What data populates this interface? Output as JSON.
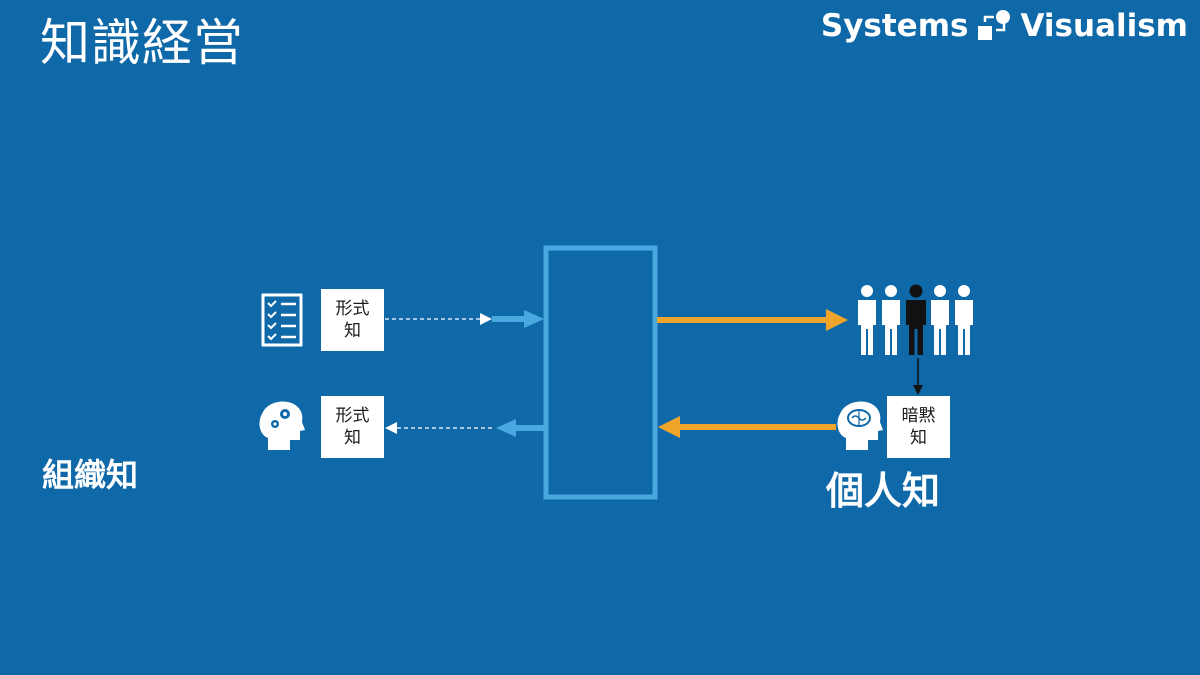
{
  "header": {
    "title": "知識経営",
    "brand_left": "Systems",
    "brand_right": "Visualism"
  },
  "boxes": {
    "explicit_top": "形式知",
    "explicit_bottom": "形式知",
    "tacit": "暗黙知"
  },
  "labels": {
    "organizational": "組織知",
    "individual": "個人知"
  },
  "icons": {
    "checklist": "checklist-icon",
    "head_gears": "head-gears-icon",
    "people_group": "people-group-icon",
    "head_brain": "head-brain-icon"
  },
  "colors": {
    "background": "#0f69a9",
    "light_blue": "#4aa8e0",
    "orange": "#f0a52a",
    "white": "#ffffff",
    "black": "#111111"
  }
}
